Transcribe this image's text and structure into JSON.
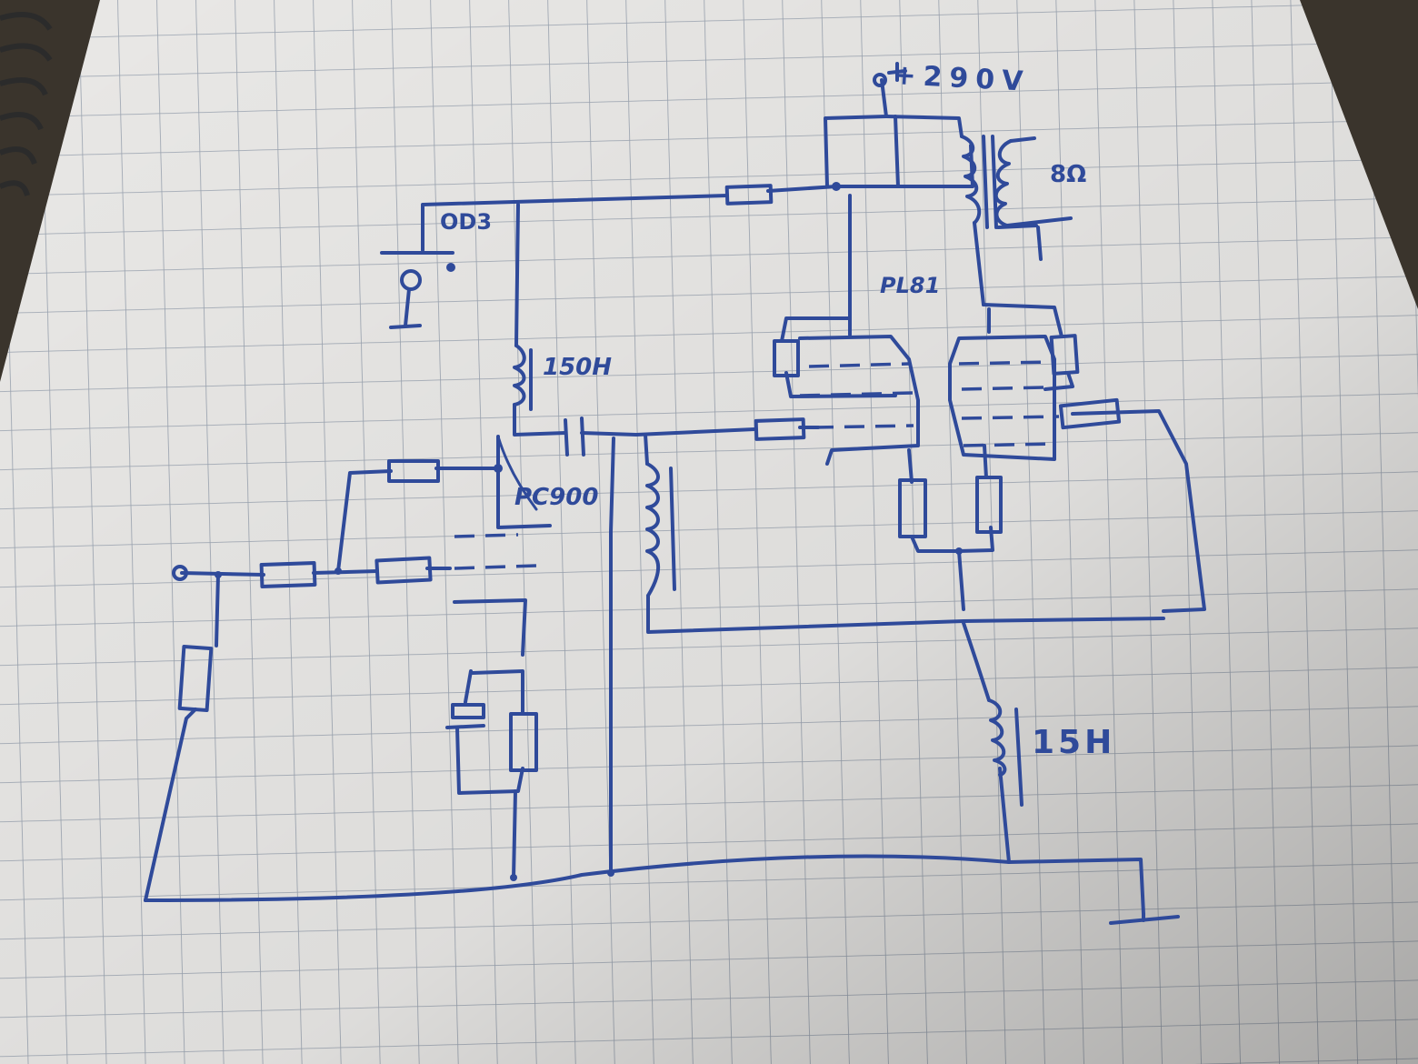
{
  "labels": {
    "supply": "+290V",
    "speaker": "8Ω",
    "output_tube": "PL81",
    "detector_tube": "OD3",
    "choke_large": "150H",
    "choke_small": "15H",
    "driver_tube": "PC900"
  },
  "colors": {
    "ink": "#2f4a9a",
    "paper": "#e9e8e6",
    "grid": "#9aa3b0",
    "background": "#3a342c"
  },
  "icons": [
    "spiral-binding-icon",
    "ground-icon",
    "input-terminal-icon",
    "supply-terminal-icon"
  ]
}
